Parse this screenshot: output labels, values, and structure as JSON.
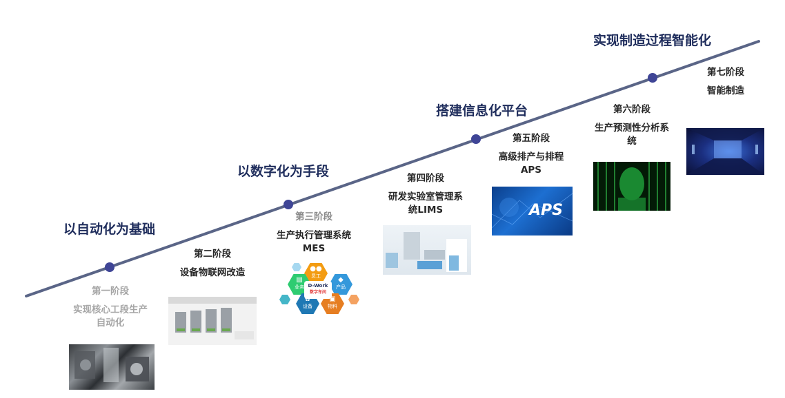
{
  "headings": {
    "h1": "以自动化为基础",
    "h2": "以数字化为手段",
    "h3": "搭建信息化平台",
    "h4": "实现制造过程智能化"
  },
  "stages": [
    {
      "title": "第一阶段",
      "desc": "实现核心工段生产自动化"
    },
    {
      "title": "第二阶段",
      "desc": "设备物联网改造"
    },
    {
      "title": "第三阶段",
      "desc": "生产执行管理系统MES"
    },
    {
      "title": "第四阶段",
      "desc": "研发实验室管理系统LIMS"
    },
    {
      "title": "第五阶段",
      "desc": "高级排产与排程APS"
    },
    {
      "title": "第六阶段",
      "desc": "生产预测性分析系统"
    },
    {
      "title": "第七阶段",
      "desc": "智能制造"
    }
  ],
  "diagram_labels": {
    "center_brand": "D-Work",
    "center_sub": "数字车间",
    "hex_labels": [
      "员工",
      "业务",
      "产品",
      "设备",
      "物料"
    ],
    "aps_logo": "APS"
  },
  "colors": {
    "line": "#5a6587",
    "dot": "#3f4596",
    "heading": "#1f2d5c"
  }
}
